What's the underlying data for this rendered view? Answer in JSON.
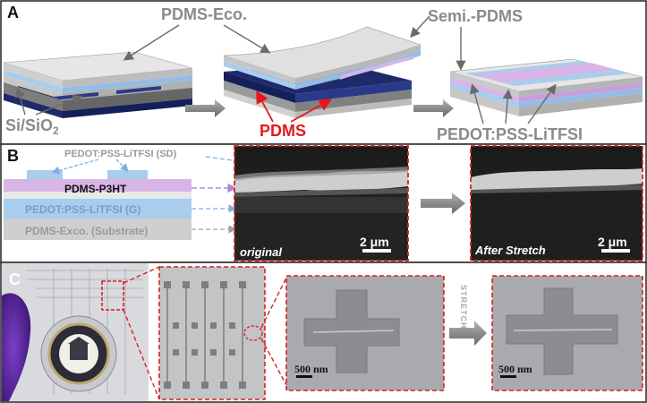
{
  "panels": {
    "a": {
      "letter": "A",
      "labels": {
        "pdms_eco": "PDMS-Eco.",
        "semi_pdms": "Semi.-PDMS",
        "si_sio2": "Si/SiO",
        "si_sio2_sub": "2",
        "pdms": "PDMS",
        "pedot": "PEDOT:PSS-LiTFSI"
      }
    },
    "b": {
      "letter": "B",
      "labels": {
        "pedot_sd": "PEDOT:PSS-LiTFSI (SD)",
        "pdms_p3ht": "PDMS-P3HT",
        "pedot_g": "PEDOT:PSS-LiTFSI (G)",
        "pdms_exco": "PDMS-Exco. (Substrate)"
      },
      "sem_left": {
        "caption": "original",
        "scale": "2 μm"
      },
      "sem_right": {
        "caption": "After Stretch",
        "scale": "2 μm"
      }
    },
    "c": {
      "letter": "C",
      "zoom_left": {
        "scale": "500 nm"
      },
      "zoom_right": {
        "scale": "500 nm"
      },
      "arrow_text": "STRETCH"
    }
  },
  "colors": {
    "gray_layer": "#c8c8c8",
    "blue_layer": "#a9cdec",
    "purple_layer": "#d7b5e6",
    "navy": "#1d2a6b",
    "red_label": "#e8171b",
    "dashed_red": "#d62222",
    "arrow_gray": "#8a8a8a"
  }
}
